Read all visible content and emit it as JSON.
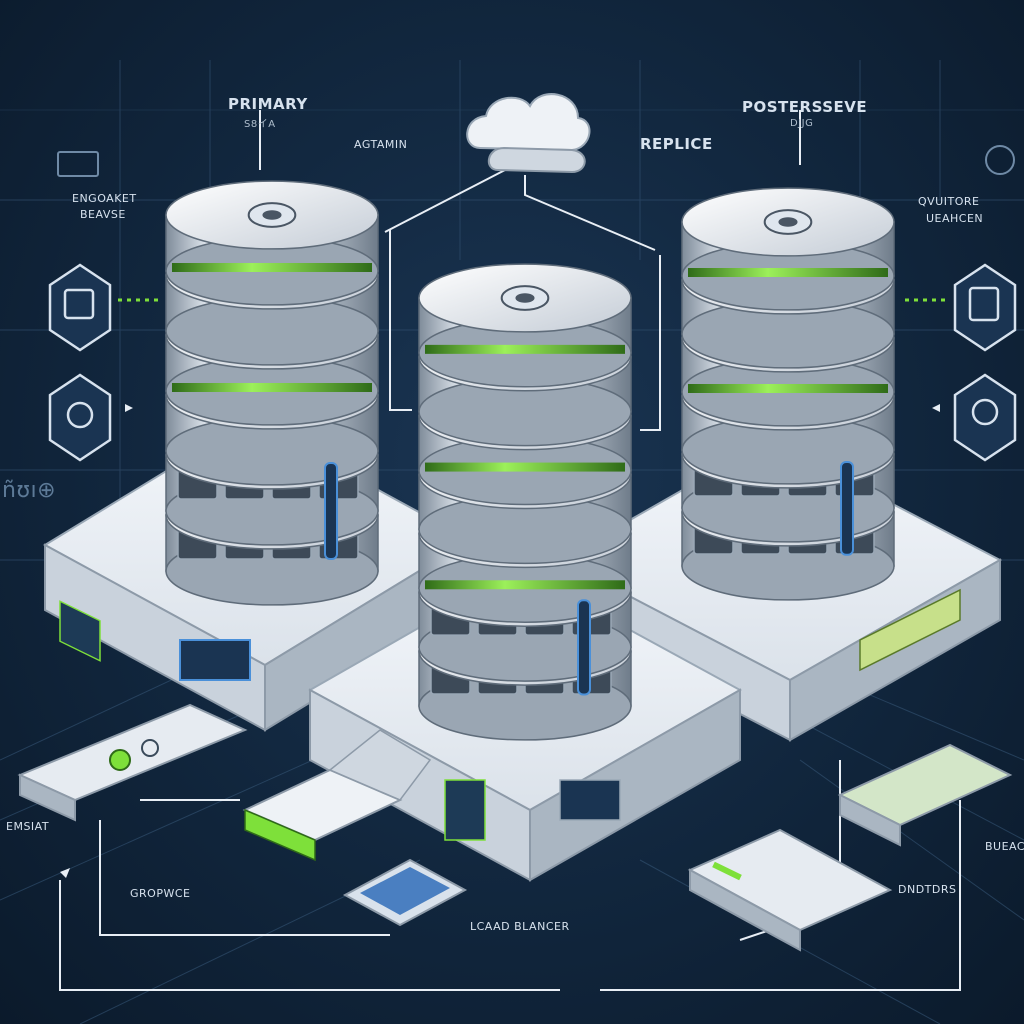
{
  "labels": {
    "primary": "PRIMARY",
    "primary_sub": "S8イA",
    "agtamin": "AGTAMIN",
    "replice": "REPLICE",
    "posterseve": "POSTERSSEVE",
    "posterseve_sub": "DJJG",
    "left_top_line1": "ENGOAKET",
    "left_top_line2": "BEAVSE",
    "right_top_line1": "QVUITORE",
    "right_top_line2": "UEAHCEN",
    "left_mid": "EMSIAT",
    "right_mid": "BUEAC",
    "groupwce": "GROPWCE",
    "load_balancer": "LCAAD BLANCER",
    "dndtors": "DNDTDRS",
    "deco_glyphs": "ñʊı⊕"
  },
  "colors": {
    "background": "#11263d",
    "accent_green": "#7ee03a",
    "metal_light": "#eef2f6",
    "metal_dark": "#8d9aa8",
    "indicator_blue": "#4a90d9"
  }
}
